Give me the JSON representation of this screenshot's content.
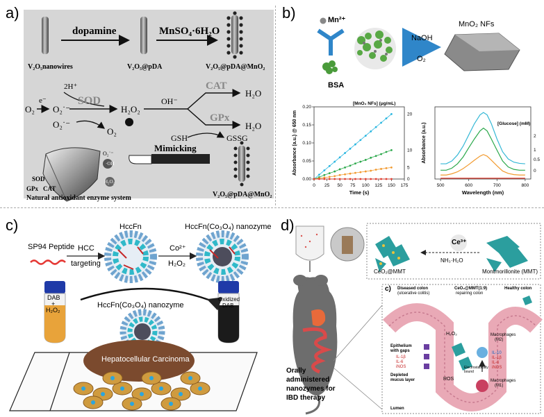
{
  "panels": {
    "a": {
      "label": "a)",
      "row1": {
        "dopamine": "dopamine",
        "mnso4": "MnSO₄·6H₂O",
        "nanowires": "V₂O₅nanowires",
        "pda": "V₂O₅@pDA",
        "pda_mno2": "V₂O₅@pDA@MnO₂"
      },
      "scheme": {
        "h2h": "2H⁺",
        "e": "e⁻",
        "o2_1": "O₂",
        "o2_rad": "O₂˙⁻",
        "o2_rad2": "O₂˙⁻",
        "sod": "SOD",
        "h2o2": "H₂O₂",
        "oh": "OH⁻",
        "o2_2": "O₂",
        "cat": "CAT",
        "h2o_1": "H₂O",
        "gpx": "GPx",
        "h2o_2": "H₂O",
        "gsh": "GSH",
        "gssg": "GSSG"
      },
      "shield": {
        "caption": "Natural antioxidant enzyme system",
        "sod": "SOD",
        "gpx": "GPx",
        "cat": "CAT",
        "o2": "O₂˙⁻",
        "oh": "·OH",
        "h2o2": "H₂O₂"
      },
      "mimicking": "Mimicking",
      "product": "V₂O₅@pDA@MnO₂"
    },
    "b": {
      "label": "b)",
      "mn": "Mn²⁺",
      "bsa": "BSA",
      "naoh": "NaOH",
      "o2": "O₂",
      "mno2": "MnO₂ NFs"
    },
    "c": {
      "label": "c)",
      "sp94": "SP94 Peptide",
      "hcc": "HCC",
      "targeting": "targeting",
      "hccfn": "HccFn",
      "hccfn_nano": "HccFn(Co₃O₄) nanozyme",
      "co2": "Co²⁺",
      "h2o2": "H₂O₂",
      "dab_left": "DAB",
      "dab_plus": "+",
      "dab_h2o2": "H₂O₂",
      "nanozyme_center": "HccFn(Co₃O₄) nanozyme",
      "oxidized1": "Oxidized",
      "oxidized2": "DAB",
      "carcinoma": "Hepatocellular Carcinoma"
    },
    "d": {
      "label": "d)",
      "ce": "Ce³⁺",
      "nh3": "NH₃·H₂O",
      "ceo2": "CeO₂@MMT",
      "mmt": "Montmorillonite (MMT)",
      "inset_label": "c)",
      "diseased": "Diseased colon",
      "diseased2": "(ulcerative colitis)",
      "repair1": "CeO₂@MMT(1:9)",
      "repair2": "repairing colon",
      "healthy": "Healthy colon",
      "epi1": "Epithelium",
      "epi2": "with gaps",
      "il1b": "IL-1β",
      "il6": "IL-6",
      "inos": "iNOS",
      "depleted1": "Depleted",
      "depleted2": "mucus layer",
      "h2o2": "H₂O₂",
      "ros": "ROS",
      "electro1": "Electrostatically",
      "electro2": "bound",
      "m2_1": "Macrophages",
      "m2_2": "(M2)",
      "il10": "IL-10",
      "il1b_r": "IL-1β",
      "il6_r": "IL-6",
      "inos_r": "iNOS",
      "m1_1": "Macrophages",
      "m1_2": "(M1)",
      "lumen": "Lumen",
      "oral1": "Orally",
      "oral2": "administered",
      "oral3": "nanozymes for",
      "oral4": "IBD therapy"
    }
  },
  "chart_data": [
    {
      "type": "line",
      "xlabel": "Time (s)",
      "ylabel": "Absorbance (a.u.) @ 650 nm",
      "legend_title": "[MnO₂ NFs] (μg/mL)",
      "xlim": [
        0,
        175
      ],
      "ylim": [
        0,
        0.2
      ],
      "xticks": [
        "0",
        "25",
        "50",
        "75",
        "100",
        "125",
        "150",
        "175"
      ],
      "yticks": [
        "0.00",
        "0.05",
        "0.10",
        "0.15",
        "0.20"
      ],
      "x": [
        0,
        10,
        20,
        30,
        40,
        50,
        60,
        70,
        80,
        90,
        100,
        110,
        120,
        130,
        140,
        150
      ],
      "series": [
        {
          "name": "20",
          "color": "#29b6e0",
          "values": [
            0.0,
            0.012,
            0.024,
            0.036,
            0.048,
            0.06,
            0.072,
            0.084,
            0.096,
            0.108,
            0.12,
            0.132,
            0.144,
            0.156,
            0.168,
            0.18
          ]
        },
        {
          "name": "10",
          "color": "#2aa84a",
          "values": [
            0.0,
            0.005,
            0.011,
            0.016,
            0.021,
            0.027,
            0.032,
            0.037,
            0.043,
            0.048,
            0.053,
            0.059,
            0.064,
            0.069,
            0.075,
            0.08
          ]
        },
        {
          "name": "5",
          "color": "#f29a2e",
          "values": [
            0.0,
            0.002,
            0.004,
            0.006,
            0.008,
            0.011,
            0.013,
            0.015,
            0.017,
            0.019,
            0.021,
            0.023,
            0.026,
            0.028,
            0.03,
            0.032
          ]
        },
        {
          "name": "0",
          "color": "#e23b2e",
          "values": [
            0.0,
            0.0,
            0.0,
            0.0,
            0.0,
            0.0,
            0.0,
            0.0,
            0.0,
            0.0,
            0.0,
            0.0,
            0.0,
            0.0,
            0.0,
            0.0
          ]
        }
      ]
    },
    {
      "type": "line",
      "xlabel": "Wavelength (nm)",
      "ylabel": "Absorbance (a.u.)",
      "legend_title": "[Glucose] (mM)",
      "xlim": [
        480,
        820
      ],
      "ylim": [
        0,
        1.8
      ],
      "xticks": [
        "500",
        "600",
        "700",
        "800"
      ],
      "x": [
        500,
        520,
        540,
        560,
        580,
        600,
        620,
        640,
        652,
        665,
        680,
        700,
        720,
        740,
        760,
        780,
        800
      ],
      "series": [
        {
          "name": "2",
          "color": "#35b8d6",
          "values": [
            0.38,
            0.38,
            0.45,
            0.6,
            0.82,
            1.1,
            1.38,
            1.6,
            1.66,
            1.6,
            1.38,
            1.0,
            0.68,
            0.5,
            0.42,
            0.39,
            0.38
          ]
        },
        {
          "name": "1",
          "color": "#2aa84a",
          "values": [
            0.22,
            0.22,
            0.27,
            0.38,
            0.55,
            0.78,
            1.0,
            1.2,
            1.27,
            1.2,
            1.0,
            0.72,
            0.45,
            0.3,
            0.24,
            0.22,
            0.22
          ]
        },
        {
          "name": "0.5",
          "color": "#f29a2e",
          "values": [
            0.1,
            0.1,
            0.13,
            0.18,
            0.26,
            0.36,
            0.47,
            0.57,
            0.61,
            0.57,
            0.47,
            0.33,
            0.2,
            0.14,
            0.11,
            0.1,
            0.1
          ]
        },
        {
          "name": "0",
          "color": "#e23b2e",
          "values": [
            0.02,
            0.02,
            0.02,
            0.02,
            0.02,
            0.02,
            0.02,
            0.02,
            0.02,
            0.02,
            0.02,
            0.02,
            0.02,
            0.02,
            0.02,
            0.02,
            0.02
          ]
        }
      ]
    }
  ]
}
